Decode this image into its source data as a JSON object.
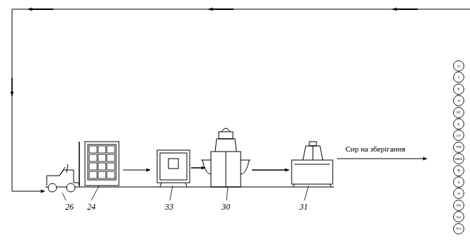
{
  "diagram": {
    "nodes": [
      {
        "text": [
          "О"
        ]
      },
      {
        "text": [
          "Т"
        ]
      },
      {
        "text": [
          "К"
        ]
      },
      {
        "text": [
          "Ч"
        ]
      },
      {
        "text": [
          "ВГ"
        ]
      },
      {
        "text": [
          "Б"
        ]
      },
      {
        "text": [
          "СР"
        ]
      },
      {
        "text": [
          "ТМ"
        ]
      },
      {
        "text": [
          "МКБ"
        ]
      },
      {
        "text": [
          "Ж"
        ]
      },
      {
        "text": [
          "Ф"
        ]
      },
      {
        "text": [
          "П"
        ]
      },
      {
        "text": [
          "Дж"
        ]
      },
      {
        "text": [
          "Sal"
        ]
      },
      {
        "text": [
          "St.a"
        ]
      }
    ],
    "labels": [
      "Сир на зберігання",
      "26",
      "24",
      "33",
      "30",
      "31"
    ]
  }
}
